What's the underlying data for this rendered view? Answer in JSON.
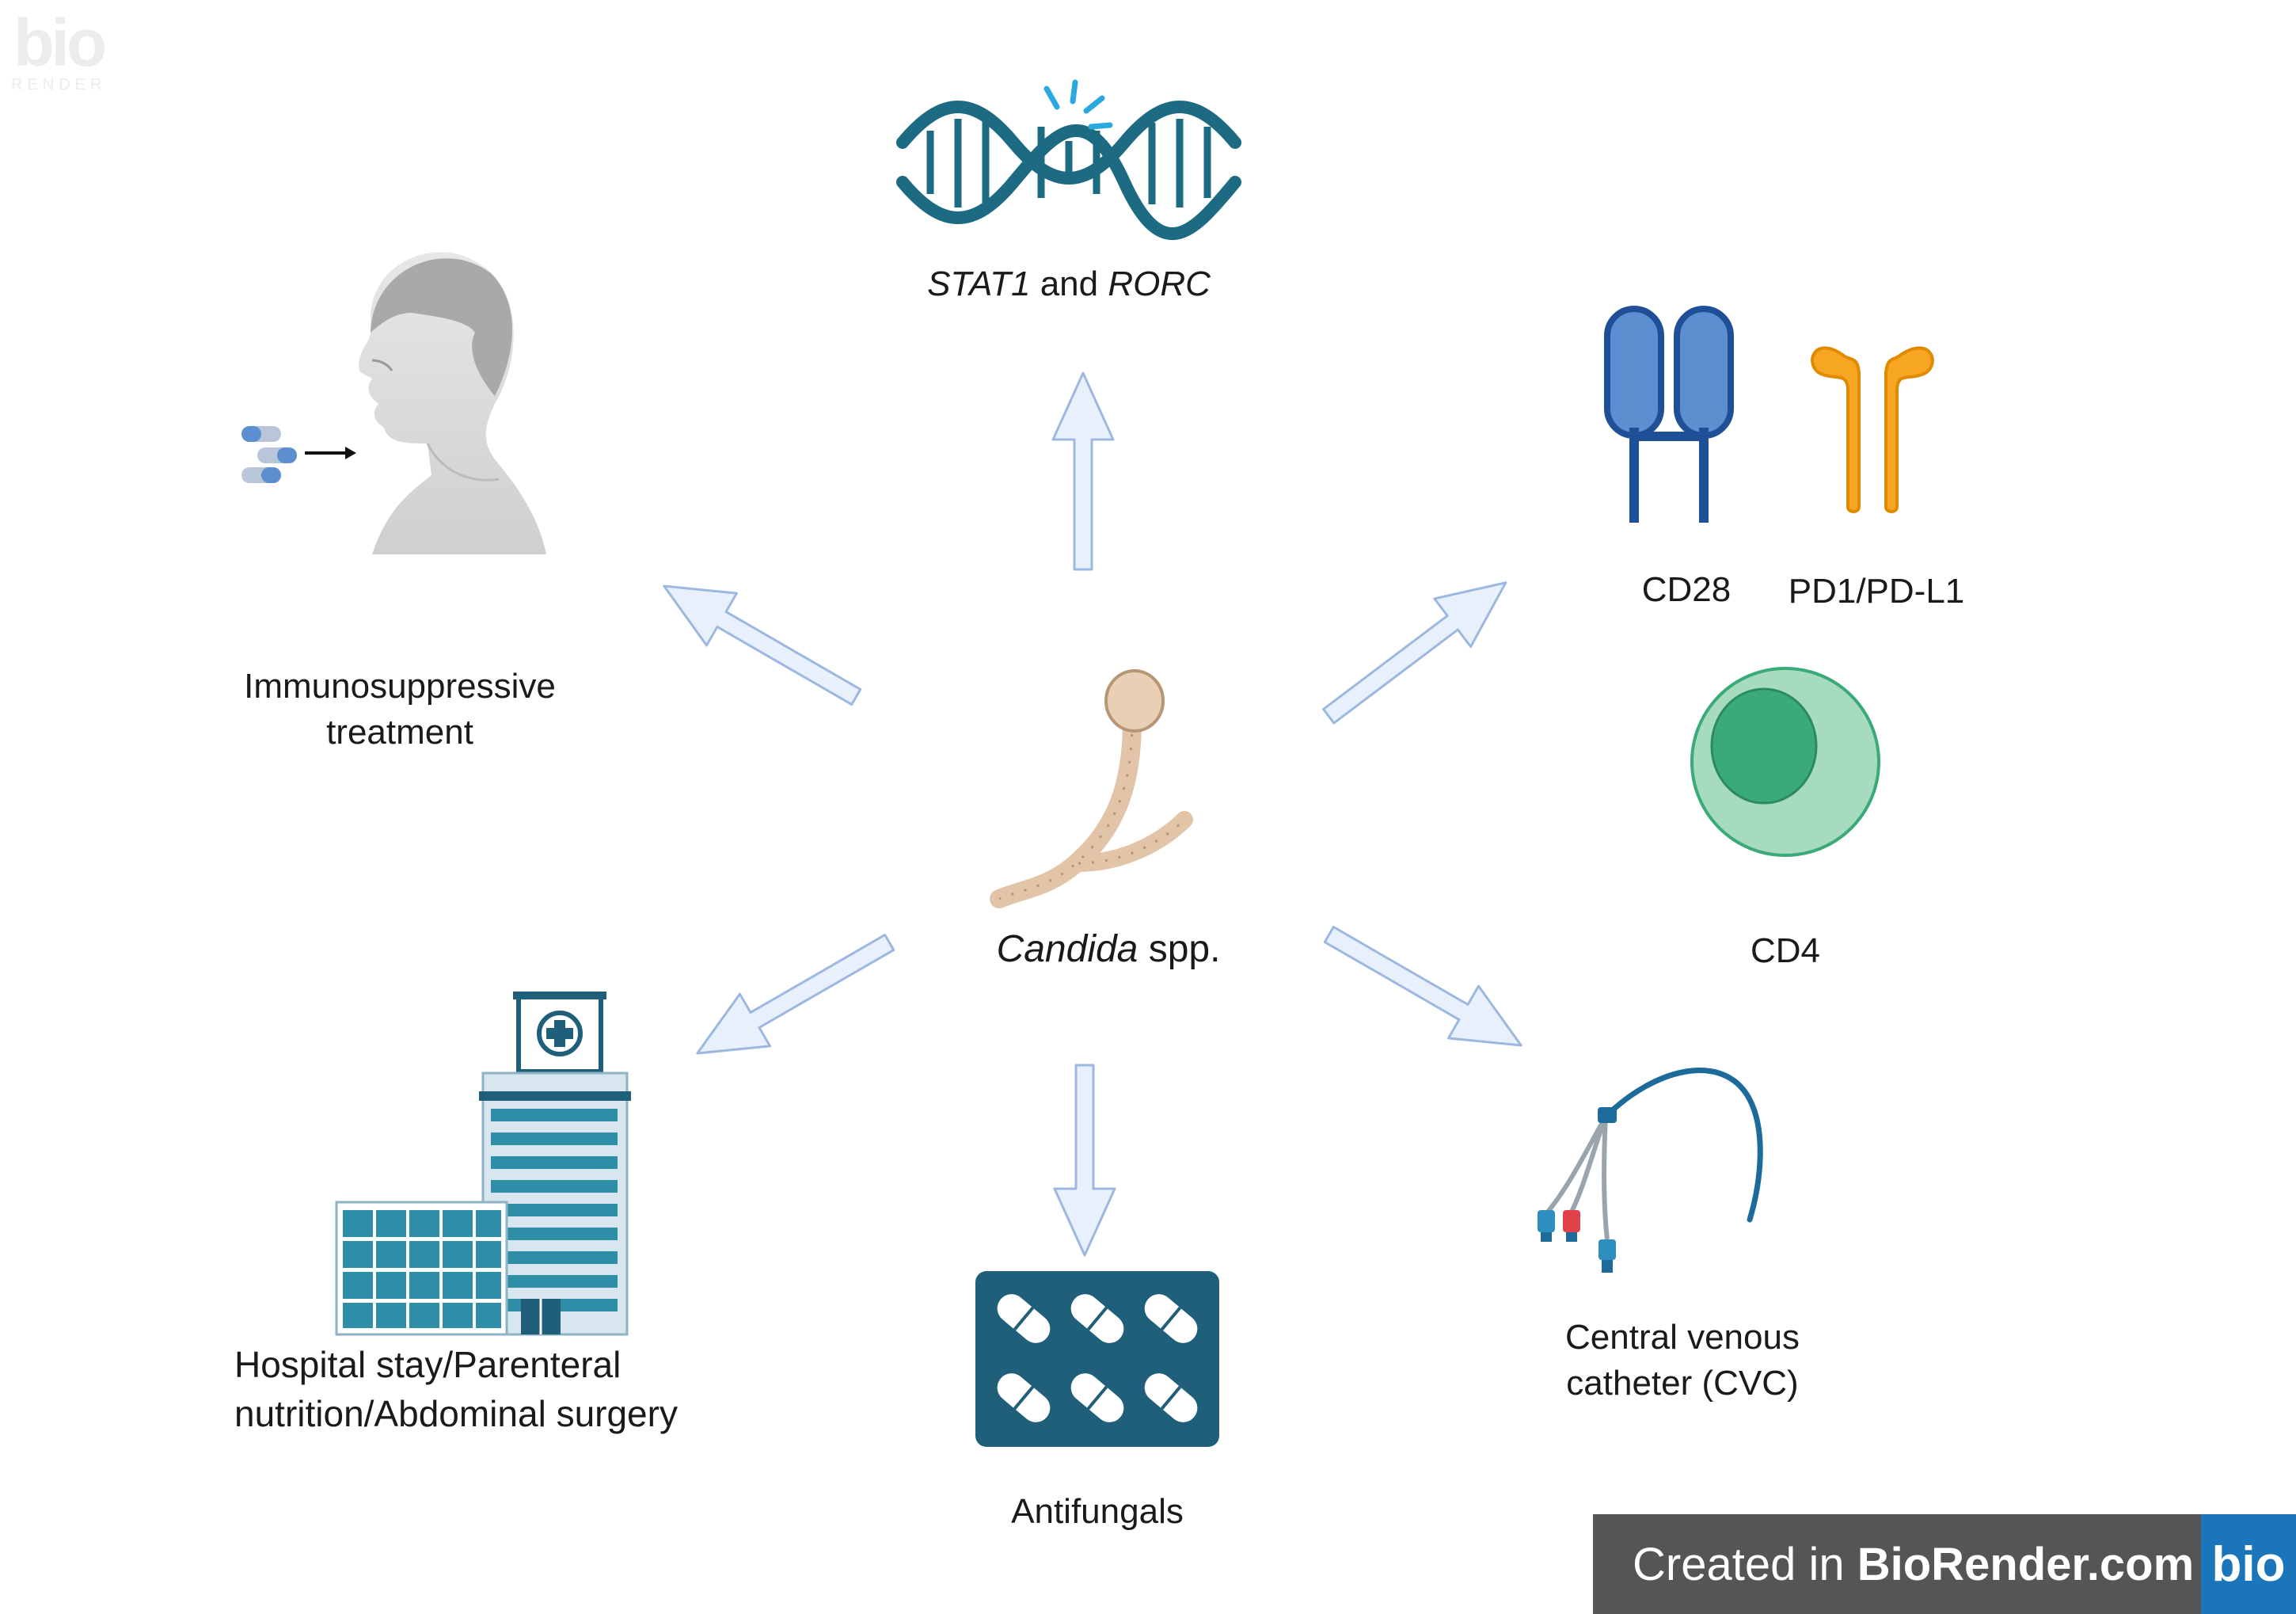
{
  "labels": {
    "genes_a": "STAT1",
    "genes_and": " and ",
    "genes_b": "RORC",
    "immuno_line1": "Immunosuppressive",
    "immuno_line2": "treatment",
    "cd28": "CD28",
    "pd1": "PD1/PD-L1",
    "cd4": "CD4",
    "candida_genus": "Candida",
    "candida_spp": " spp.",
    "hospital_line1": "Hospital stay/Parenteral",
    "hospital_line2": "nutrition/Abdominal surgery",
    "antifungals": "Antifungals",
    "cvc_line1": "Central venous",
    "cvc_line2": "catheter (CVC)"
  },
  "badge": {
    "prefix": "Created in ",
    "brand": "BioRender.com",
    "logo": "bio"
  },
  "watermark": {
    "logo": "bio",
    "sub": "RENDER"
  },
  "icons": [
    "dna-icon",
    "person-taking-pills-icon",
    "cd28-receptor-icon",
    "pd1-receptor-icon",
    "cd4-cell-icon",
    "candida-hypha-icon",
    "hospital-building-icon",
    "pill-blister-icon",
    "central-venous-catheter-icon"
  ],
  "colors": {
    "arrow_fill": "#e8f0fb",
    "arrow_stroke": "#9db8e0",
    "dna": "#1d6b82",
    "cd28_fill": "#5b8fd0",
    "cd28_stroke": "#1f4f96",
    "pd1": "#f6a623",
    "cd4_outer": "#9fd9b7",
    "cd4_inner": "#3aaa7a",
    "blister": "#1f5f7a",
    "badge": "#555555",
    "badge_logo": "#1b75bb"
  }
}
